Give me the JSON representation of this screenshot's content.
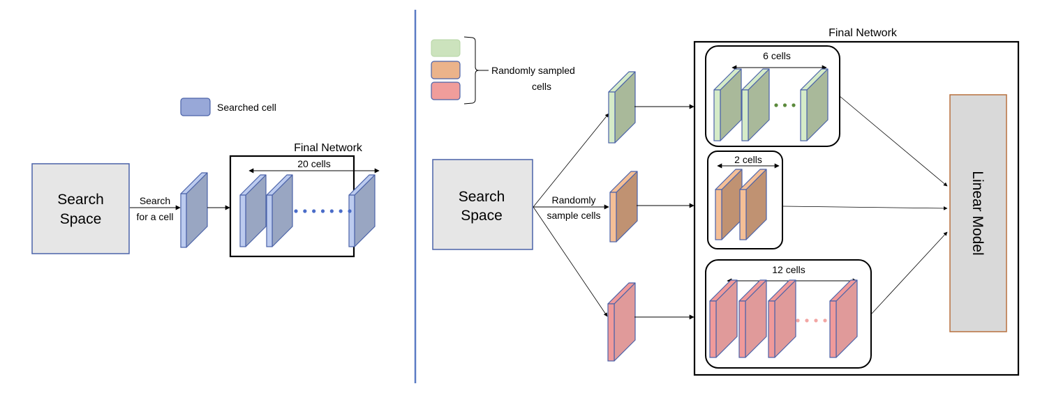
{
  "left_panel": {
    "legend": {
      "label": "Searched cell",
      "color": "#98a8d8"
    },
    "search_space": {
      "line1": "Search",
      "line2": "Space"
    },
    "search_arrow": {
      "line1": "Search",
      "line2": "for a cell"
    },
    "final_network": {
      "title": "Final Network",
      "span_label": "20 cells",
      "ellipsis_dots": 7
    }
  },
  "right_panel": {
    "legend": {
      "label_line1": "Randomly sampled",
      "label_line2": "cells",
      "swatches": [
        {
          "name": "green-cell",
          "color": "#cce3bd"
        },
        {
          "name": "orange-cell",
          "color": "#ebb38a"
        },
        {
          "name": "red-cell",
          "color": "#f09d9b"
        }
      ]
    },
    "search_space": {
      "line1": "Search",
      "line2": "Space"
    },
    "sample_arrow": {
      "line1": "Randomly",
      "line2": "sample cells"
    },
    "final_network": {
      "title": "Final Network",
      "groups": [
        {
          "name": "green-group",
          "span_label": "6 cells",
          "ellipsis_dots": 3
        },
        {
          "name": "orange-group",
          "span_label": "2 cells",
          "ellipsis_dots": 0
        },
        {
          "name": "red-group",
          "span_label": "12 cells",
          "ellipsis_dots": 4
        }
      ],
      "linear_model": "Linear Model"
    }
  },
  "colors": {
    "divider": "#5b7bc4",
    "cell_outline": "#4a62a8",
    "blue_front": "#bccbef",
    "blue_side": "#99a6c2",
    "green_front": "#d5ebc8",
    "green_side": "#a9b99a",
    "green_dot": "#5b8a3c",
    "orange_front": "#f5bf96",
    "orange_side": "#c09272",
    "red_front": "#f09a9a",
    "red_side": "#e09a9a",
    "red_dot": "#f2a6a4",
    "blue_dot": "#4a6cc8",
    "search_space_fill": "#e6e6e6",
    "search_space_stroke": "#4a62a8",
    "linear_fill": "#d9d9d9",
    "linear_stroke": "#b8703e"
  }
}
